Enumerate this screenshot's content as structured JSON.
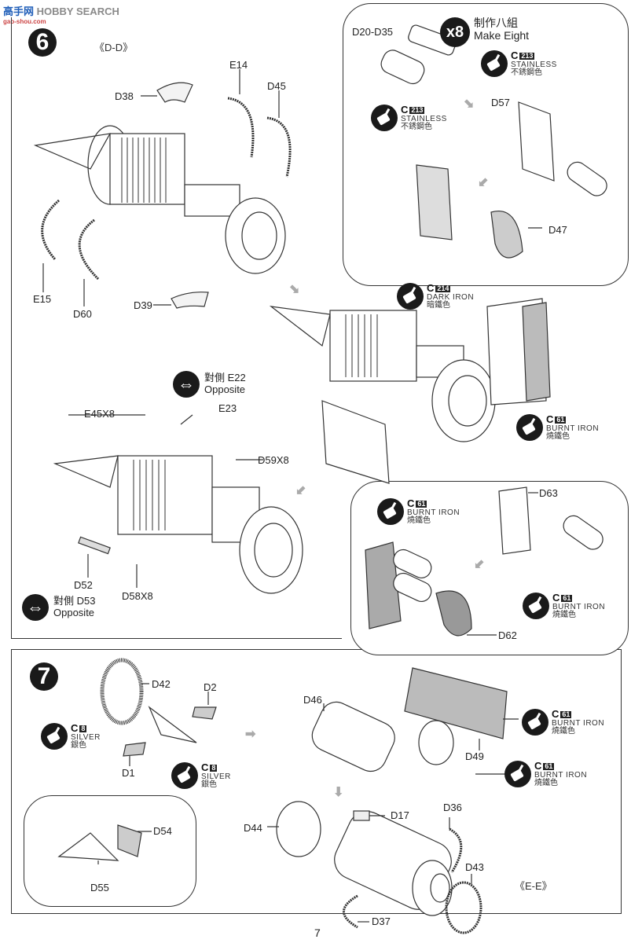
{
  "watermark": {
    "site_cn": "高手网",
    "site_en": "HOBBY SEARCH",
    "domain": "gao-shou.com"
  },
  "page_number": "7",
  "step6": {
    "number": "6",
    "section_view": "《D-D》",
    "parts_main": [
      "D38",
      "E14",
      "D45",
      "E15",
      "D60",
      "D39"
    ],
    "make_eight": {
      "badge": "x8",
      "zh": "制作八組",
      "en": "Make Eight"
    },
    "subassembly_parts": [
      "D20-D35",
      "D57",
      "D47"
    ],
    "paint_stainless_1": {
      "code": "C",
      "num": "213",
      "en": "STAINLESS",
      "zh": "不銹鋼色"
    },
    "paint_stainless_2": {
      "code": "C",
      "num": "213",
      "en": "STAINLESS",
      "zh": "不銹鋼色"
    },
    "paint_dark_iron": {
      "code": "C",
      "num": "214",
      "en": "DARK IRON",
      "zh": "暗鐵色"
    },
    "paint_burnt_iron_1": {
      "code": "C",
      "num": "61",
      "en": "BURNT IRON",
      "zh": "燒鐵色"
    },
    "opposite_e22": {
      "zh": "對側 E22",
      "en": "Opposite"
    },
    "parts_lower": [
      "E45X8",
      "E23",
      "D59X8",
      "D52",
      "D58X8"
    ],
    "opposite_d53": {
      "zh": "對側 D53",
      "en": "Opposite"
    },
    "detail_parts": [
      "D63",
      "D62"
    ],
    "paint_burnt_iron_2": {
      "code": "C",
      "num": "61",
      "en": "BURNT IRON",
      "zh": "燒鐵色"
    },
    "paint_burnt_iron_3": {
      "code": "C",
      "num": "61",
      "en": "BURNT IRON",
      "zh": "燒鐵色"
    }
  },
  "step7": {
    "number": "7",
    "section_view": "《E-E》",
    "parts_cone": [
      "D42",
      "D2",
      "D1"
    ],
    "paint_silver_1": {
      "code": "C",
      "num": "8",
      "en": "SILVER",
      "zh": "銀色"
    },
    "paint_silver_2": {
      "code": "C",
      "num": "8",
      "en": "SILVER",
      "zh": "銀色"
    },
    "detail_parts": [
      "D54",
      "D55"
    ],
    "parts_nozzle": [
      "D46",
      "D49"
    ],
    "paint_burnt_iron_1": {
      "code": "C",
      "num": "61",
      "en": "BURNT IRON",
      "zh": "燒鐵色"
    },
    "paint_burnt_iron_2": {
      "code": "C",
      "num": "61",
      "en": "BURNT IRON",
      "zh": "燒鐵色"
    },
    "parts_final": [
      "D44",
      "D17",
      "D36",
      "D43",
      "D37"
    ]
  }
}
